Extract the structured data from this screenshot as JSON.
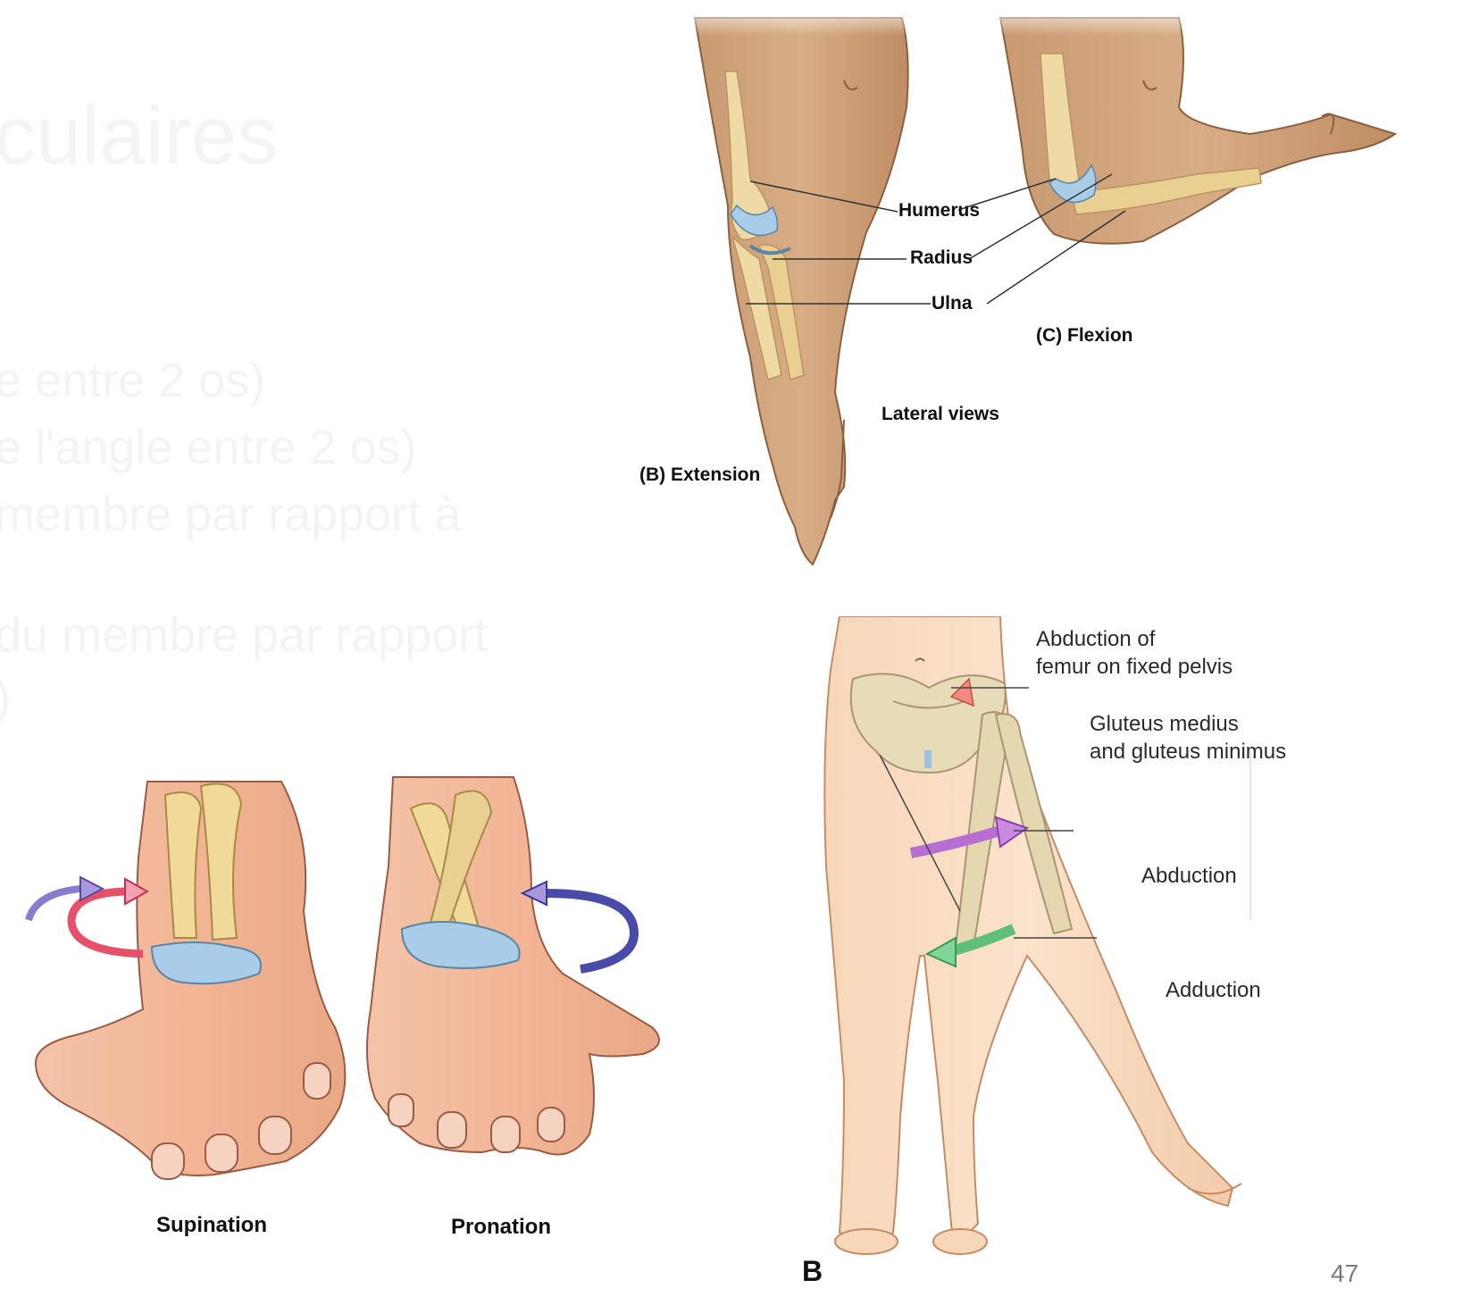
{
  "slide": {
    "page_number": "47",
    "background_text": {
      "title": "culaires",
      "lines": [
        "e entre 2 os)",
        "e l'angle entre 2 os)",
        "membre par rapport à",
        "du membre par rapport",
        ")"
      ]
    }
  },
  "elbow": {
    "labels": {
      "humerus": "Humerus",
      "radius": "Radius",
      "ulna": "Ulna",
      "flexion": "(C) Flexion",
      "lateral_views": "Lateral views",
      "extension": "(B) Extension"
    }
  },
  "forearm": {
    "labels": {
      "supination": "Supination",
      "pronation": "Pronation"
    },
    "colors": {
      "supination_arrow": "#e8506a",
      "pronation_arrow": "#4a4aa8",
      "bone": "#f1d99a",
      "cartilage": "#a9cde8"
    }
  },
  "hip": {
    "labels": {
      "abduction_title_line1": "Abduction of",
      "abduction_title_line2": "femur on fixed pelvis",
      "gluteus_line1": "Gluteus medius",
      "gluteus_line2": "and gluteus minimus",
      "abduction": "Abduction",
      "adduction": "Adduction",
      "panel_letter": "B"
    },
    "colors": {
      "abduction_arrow": "#b66fd1",
      "adduction_arrow": "#5fbf7a",
      "muscle": "#f08a80"
    }
  }
}
